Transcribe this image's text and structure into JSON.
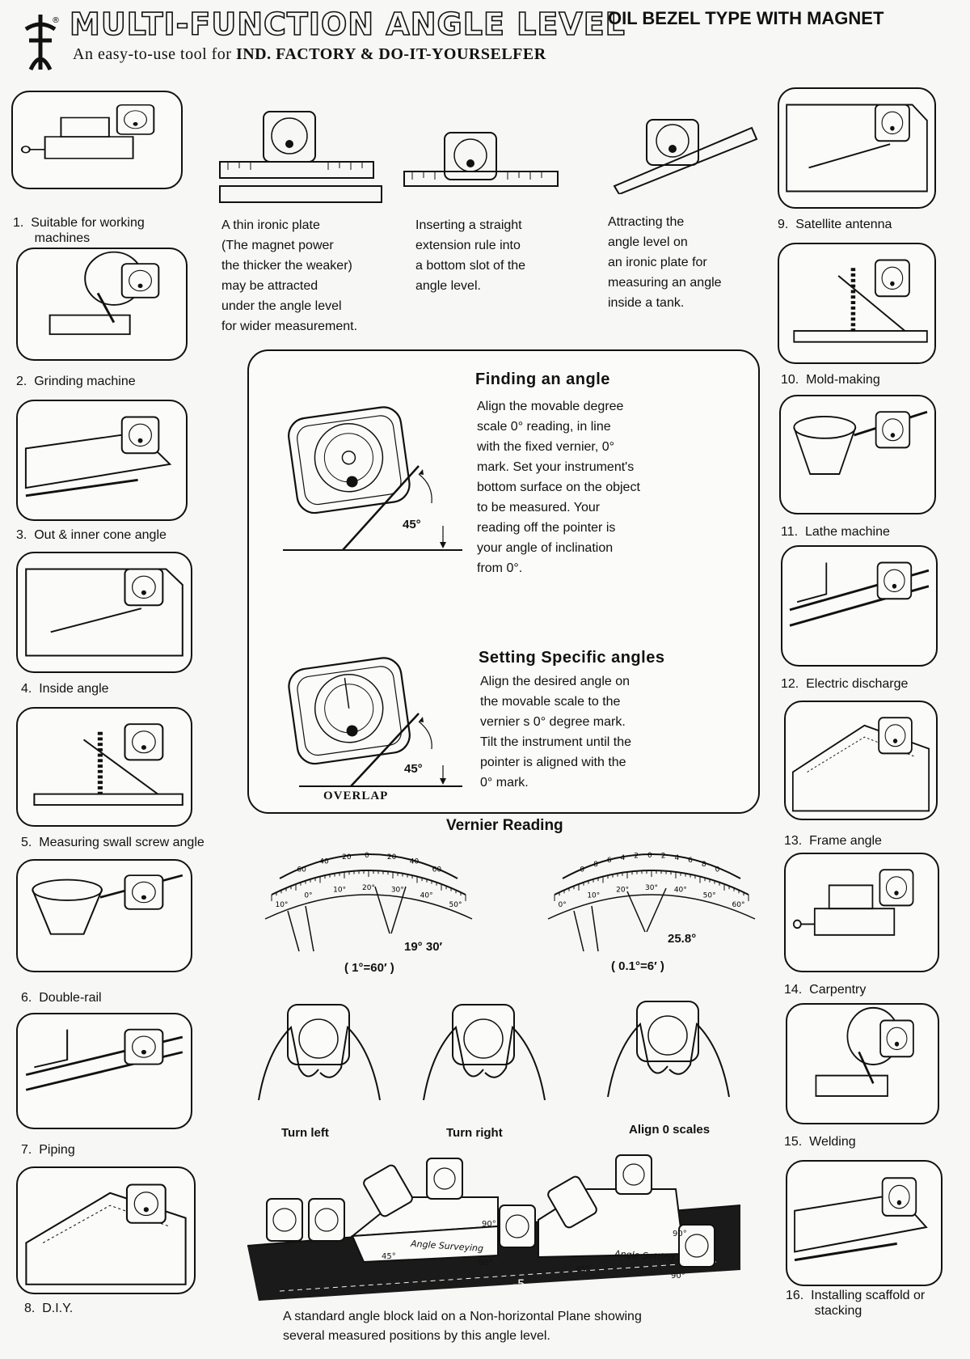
{
  "header": {
    "title": "MULTI-FUNCTION ANGLE LEVEL",
    "subtitle": "OIL BEZEL TYPE WITH MAGNET",
    "tagline_prefix": "An easy-to-use tool for ",
    "tagline_bold": "IND. FACTORY & DO-IT-YOURSELFER",
    "registered_mark": "®"
  },
  "applications_left": [
    {
      "label": "1.  Suitable for working\n      machines"
    },
    {
      "label": "2.  Grinding machine"
    },
    {
      "label": "3.  Out & inner cone angle"
    },
    {
      "label": "4.  Inside angle"
    },
    {
      "label": "5.  Measuring swall screw angle"
    },
    {
      "label": "6.  Double-rail"
    },
    {
      "label": "7.  Piping"
    },
    {
      "label": "8.  D.I.Y."
    }
  ],
  "applications_right": [
    {
      "label": "9.  Satellite antenna"
    },
    {
      "label": "10.  Mold-making"
    },
    {
      "label": "11.  Lathe machine"
    },
    {
      "label": "12.  Electric discharge"
    },
    {
      "label": "13.  Frame angle"
    },
    {
      "label": "14.  Carpentry"
    },
    {
      "label": "15.  Welding"
    },
    {
      "label": "16.  Installing scaffold or\n        stacking"
    }
  ],
  "usage_methods": [
    {
      "text": "A thin ironic plate\n(The magnet power\nthe thicker the weaker)\nmay be attracted\nunder the angle level\nfor wider measurement."
    },
    {
      "text": "Inserting a straight\nextension rule into\na bottom slot of the\nangle level."
    },
    {
      "text": "Attracting the\nangle level on\nan ironic plate for\nmeasuring an angle\ninside a tank."
    }
  ],
  "finding_angle": {
    "title": "Finding  an  angle",
    "text": "Align the movable degree\nscale 0° reading, in line\nwith the fixed vernier, 0°\nmark. Set your instrument's\nbottom surface on the object\nto be measured. Your\nreading off the pointer is\nyour angle of inclination\nfrom 0°.",
    "angle_label": "45°"
  },
  "setting_angles": {
    "title": "Setting  Specific  angles",
    "text": "Align the desired angle on\nthe movable scale to the\nvernier s 0° degree mark.\nTilt the instrument until the\npointer is aligned with the\n0° mark.",
    "angle_label": "45°",
    "overlap_label": "OVERLAP"
  },
  "vernier": {
    "title": "Vernier Reading",
    "left": {
      "reading": "19°  30′",
      "unit": "( 1°=60′ )",
      "top_ticks": [
        "60",
        "40",
        "20",
        "0",
        "20",
        "40",
        "60"
      ],
      "bottom_ticks": [
        "10°",
        "0°",
        "10°",
        "20°",
        "30°",
        "40°",
        "50°"
      ]
    },
    "right": {
      "reading": "25.8°",
      "unit": "( 0.1°=6′ )",
      "top_ticks": [
        "0",
        "8",
        "6",
        "4",
        "2",
        "0",
        "2",
        "4",
        "6",
        "8",
        "0"
      ],
      "bottom_ticks": [
        "0°",
        "10°",
        "20°",
        "30°",
        "40°",
        "50°",
        "60°"
      ]
    }
  },
  "hand_ops": [
    {
      "label": "Turn left"
    },
    {
      "label": "Turn right"
    },
    {
      "label": "Align 0 scales"
    }
  ],
  "angle_block": {
    "surveying_label": "Angle Surveying",
    "setting_label": "Angle Setting",
    "angle_45_a": "45°",
    "angle_90_a": "90°",
    "angle_90_b": "90°",
    "angle_45_b": "45°",
    "angle_90_c": "90°",
    "angle_90_d": "90°",
    "slope_label": "-5",
    "caption": "A standard angle block laid on a Non-horizontal Plane showing\nseveral measured positions by this angle level."
  },
  "colors": {
    "ink": "#111111",
    "paper": "#f7f7f5"
  }
}
